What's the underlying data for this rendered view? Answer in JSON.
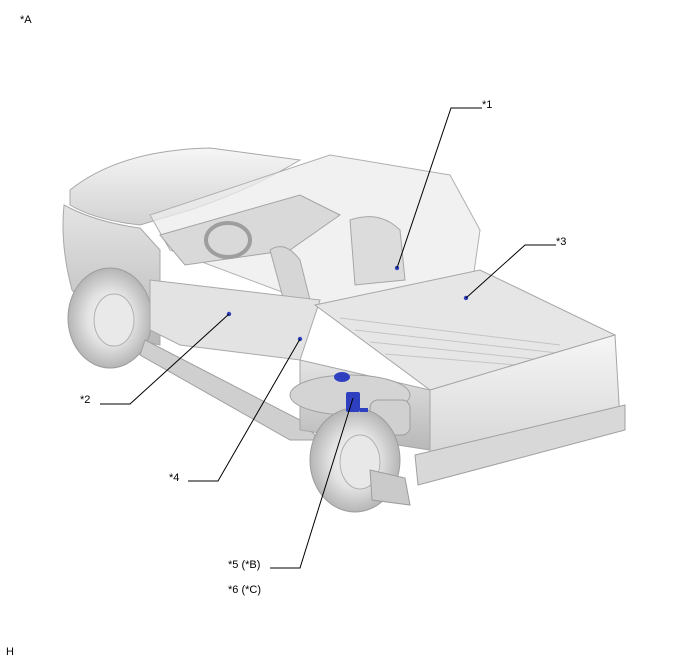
{
  "figure": {
    "view_label": "*A",
    "corner_code": "H",
    "callouts": [
      {
        "id": "c1",
        "text": "*1"
      },
      {
        "id": "c2",
        "text": "*2"
      },
      {
        "id": "c3",
        "text": "*3"
      },
      {
        "id": "c4",
        "text": "*4"
      },
      {
        "id": "c5",
        "text": "*5 (*B)"
      },
      {
        "id": "c6",
        "text": "*6 (*C)"
      }
    ],
    "colors": {
      "body_light": "#f1f1f1",
      "body_mid": "#dcdcdc",
      "body_dark": "#bdbdbd",
      "outline": "#a8a8a8",
      "highlight": "#2e3fbf",
      "leader": "#000000"
    }
  }
}
